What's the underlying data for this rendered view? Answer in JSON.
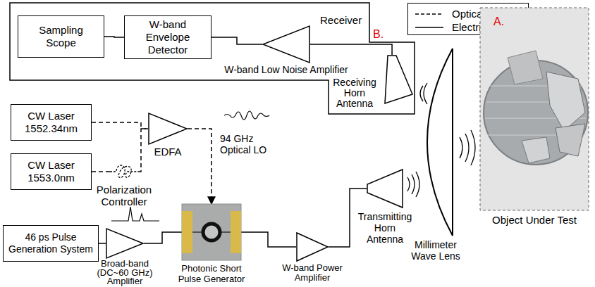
{
  "diagram": {
    "nodes": [
      {
        "text": [
          "Receiver"
        ]
      },
      {
        "text": [
          "Sampling Scope"
        ],
        "in": 0
      },
      {
        "text": [
          "W-band Envelope Detector"
        ],
        "in": 0
      },
      {
        "text": [
          "W-band Low Noise Amplifier"
        ],
        "in": 0
      },
      {
        "text": [
          "Receiving Horn Antenna"
        ],
        "in": 0
      },
      {
        "text": [
          "CW Laser 1552.34nm"
        ]
      },
      {
        "text": [
          "CW Laser 1553.0nm"
        ]
      },
      {
        "text": [
          "Polarization Controller"
        ]
      },
      {
        "text": [
          "EDFA"
        ]
      },
      {
        "text": [
          "46 ps Pulse Generation System"
        ]
      },
      {
        "text": [
          "Broad-band (DC~60 GHz) Amplifier"
        ]
      },
      {
        "text": [
          "Photonic Short Pulse Generator"
        ]
      },
      {
        "text": [
          "W-band Power Amplifier"
        ]
      },
      {
        "text": [
          "Transmitting Horn Antenna"
        ]
      },
      {
        "text": [
          "Millimeter Wave Lens"
        ]
      },
      {
        "text": [
          "A.",
          "Object Under Test"
        ]
      }
    ],
    "edges": [
      {
        "from": 1,
        "to": 2,
        "arrow": "none"
      },
      {
        "from": 2,
        "to": 3,
        "arrow": "none"
      },
      {
        "from": 3,
        "to": 4,
        "arrow": "none"
      },
      {
        "from": 5,
        "to": 8,
        "arrow": "none"
      },
      {
        "from": 6,
        "to": 7,
        "arrow": "none"
      },
      {
        "from": 7,
        "to": 8,
        "arrow": "none"
      },
      {
        "from": 8,
        "to": 11,
        "arrow": "to",
        "label": "94 GHz Optical LO"
      },
      {
        "from": 9,
        "to": 10,
        "arrow": "none"
      },
      {
        "from": 10,
        "to": 11,
        "arrow": "none"
      },
      {
        "from": 11,
        "to": 12,
        "arrow": "none"
      },
      {
        "from": 12,
        "to": 13,
        "arrow": "none"
      }
    ],
    "labels": [
      "B."
    ],
    "legend": [
      {
        "text": "Optical"
      },
      {
        "text": "Electrical"
      }
    ]
  }
}
